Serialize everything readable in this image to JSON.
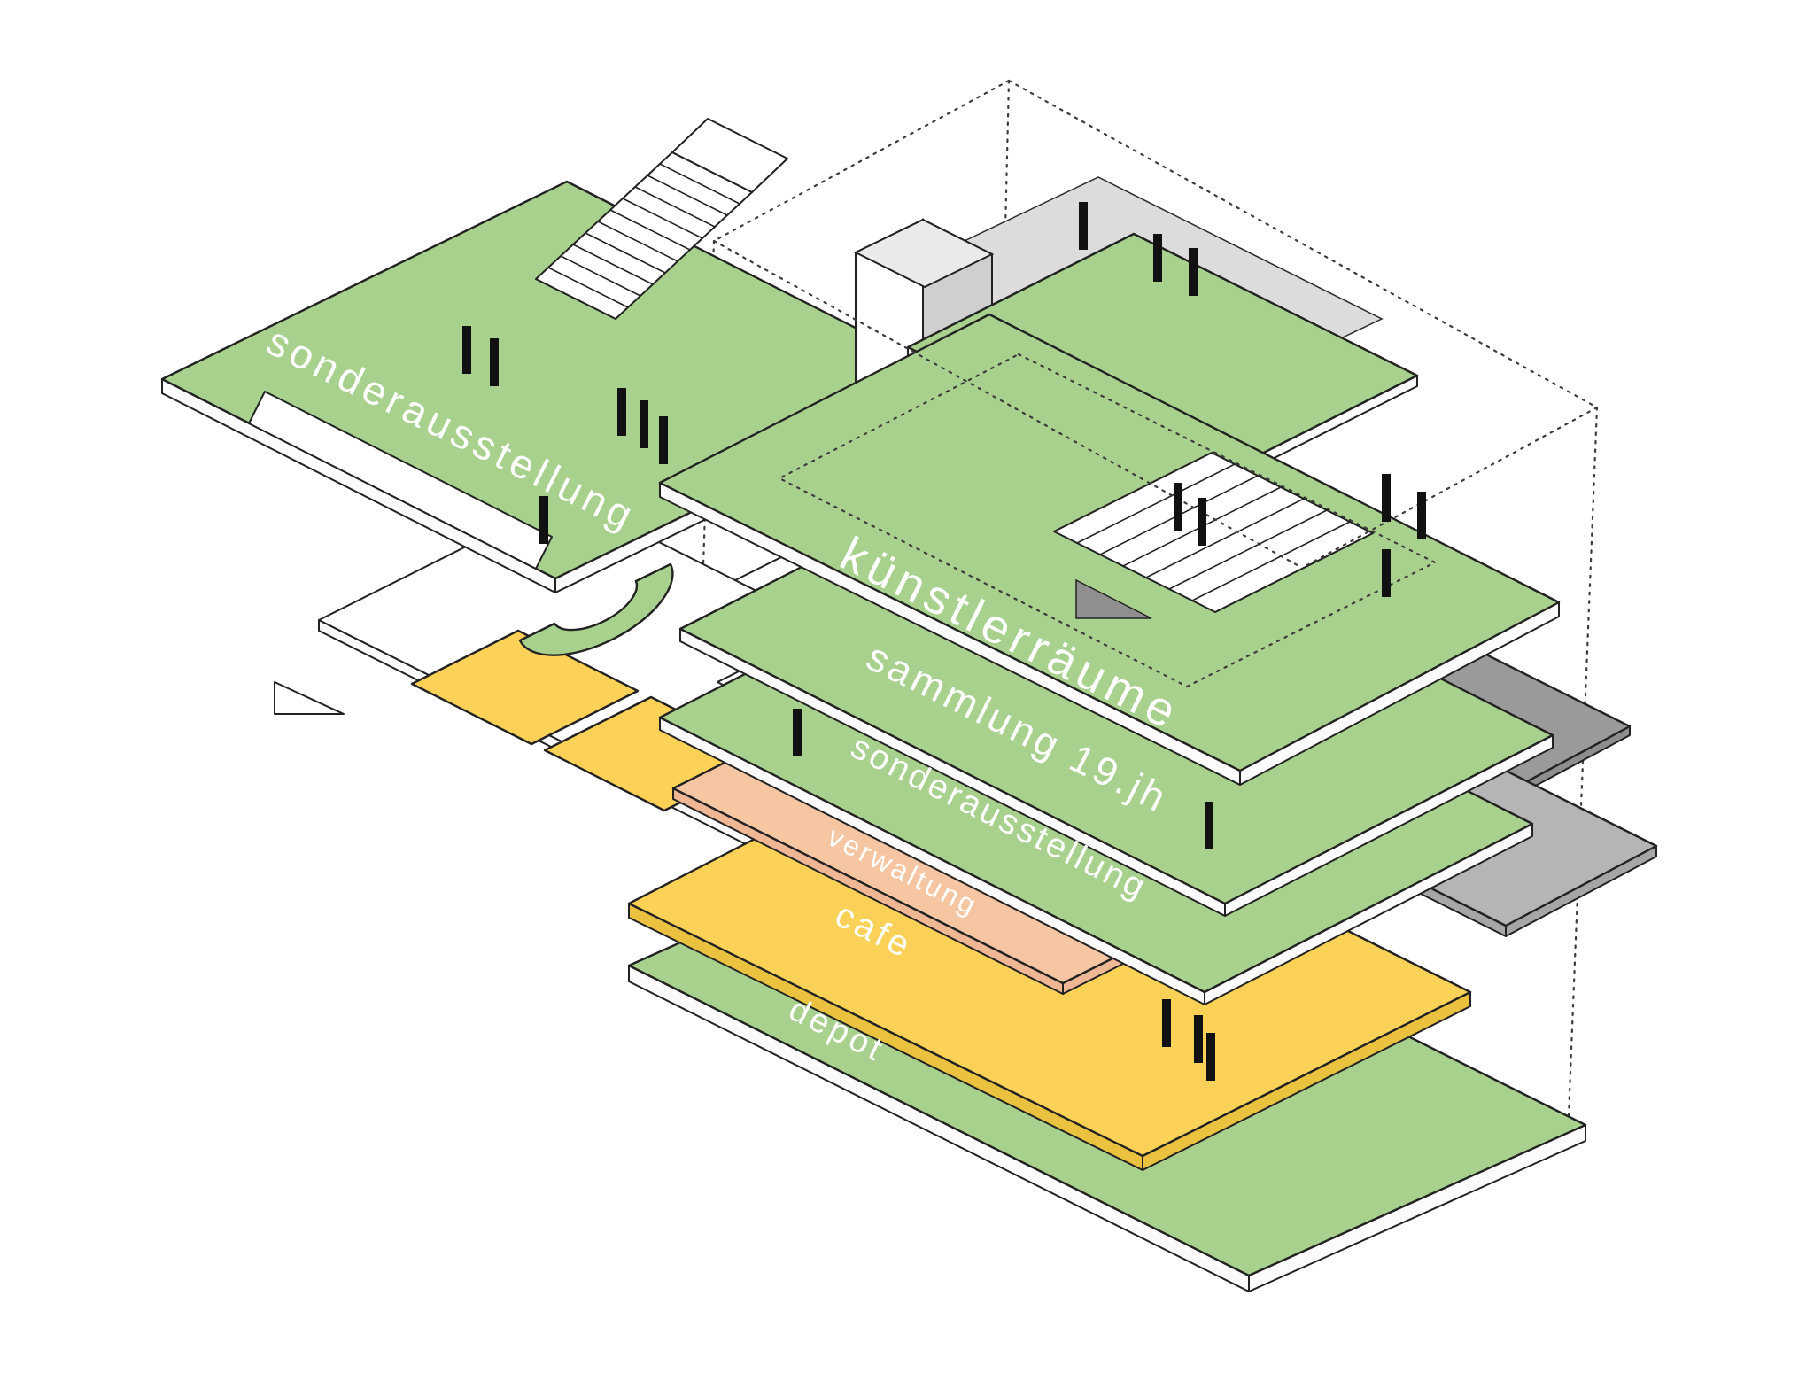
{
  "floors": [
    {
      "id": "sonderausstellung-left",
      "label": "sonderausstellung"
    },
    {
      "id": "kuenstlerraeume",
      "label": "künstlerräume"
    },
    {
      "id": "sammlung-19jh",
      "label": "sammlung 19.jh"
    },
    {
      "id": "sonderausstellung-right",
      "label": "sonderausstellung"
    },
    {
      "id": "verwaltung",
      "label": "verwaltung"
    },
    {
      "id": "cafe",
      "label": "cafe"
    },
    {
      "id": "depot",
      "label": "depot"
    }
  ],
  "colors": {
    "exhibition_green": "#a9d18e",
    "admin_peach": "#f6c5a2",
    "cafe_yellow": "#fbd158",
    "neutral_gray": "#b5b5b5",
    "dark_gray": "#9a9a9a",
    "ground_white": "#ffffff",
    "column_black": "#111111",
    "outline": "#222222",
    "background": "#ffffff"
  }
}
